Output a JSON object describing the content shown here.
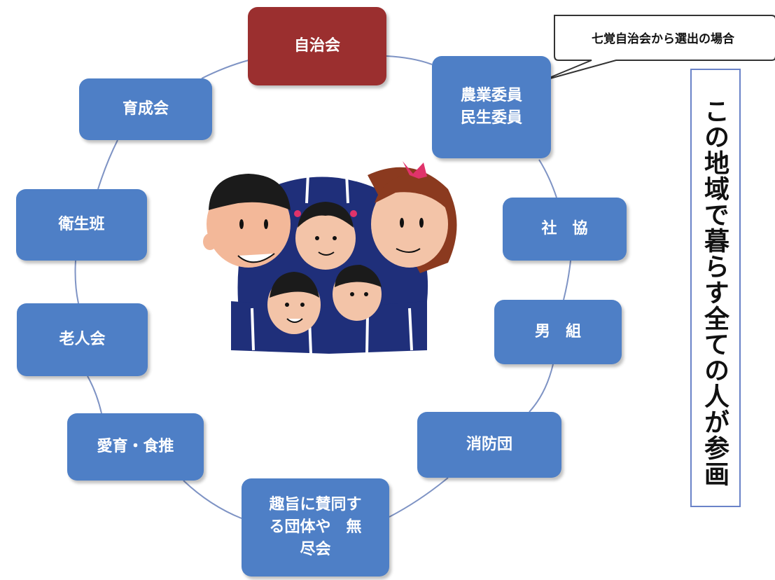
{
  "colors": {
    "node_blue": "#4e7fc6",
    "node_red": "#9b2f2f",
    "connector": "#7e93c4"
  },
  "center_illustration": "family-hug-icon",
  "nodes": [
    {
      "id": "jichikai",
      "label": "自治会",
      "color": "red"
    },
    {
      "id": "nogyo",
      "label": "農業委員\n民生委員",
      "color": "blue"
    },
    {
      "id": "shakyo",
      "label": "社　協",
      "color": "blue"
    },
    {
      "id": "dangumi",
      "label": "男　組",
      "color": "blue"
    },
    {
      "id": "shobodan",
      "label": "消防団",
      "color": "blue"
    },
    {
      "id": "shushi",
      "label": "趣旨に賛同す\nる団体や　無\n尽会",
      "color": "blue"
    },
    {
      "id": "aiiku",
      "label": "愛育・食推",
      "color": "blue"
    },
    {
      "id": "rojinkai",
      "label": "老人会",
      "color": "blue"
    },
    {
      "id": "eiseihan",
      "label": "衛生班",
      "color": "blue"
    },
    {
      "id": "ikuseikai",
      "label": "育成会",
      "color": "blue"
    }
  ],
  "callout": {
    "text": "七覚自治会から選出の場合"
  },
  "vertical_note": {
    "text": "この地域で暮らす全ての人が参画"
  }
}
